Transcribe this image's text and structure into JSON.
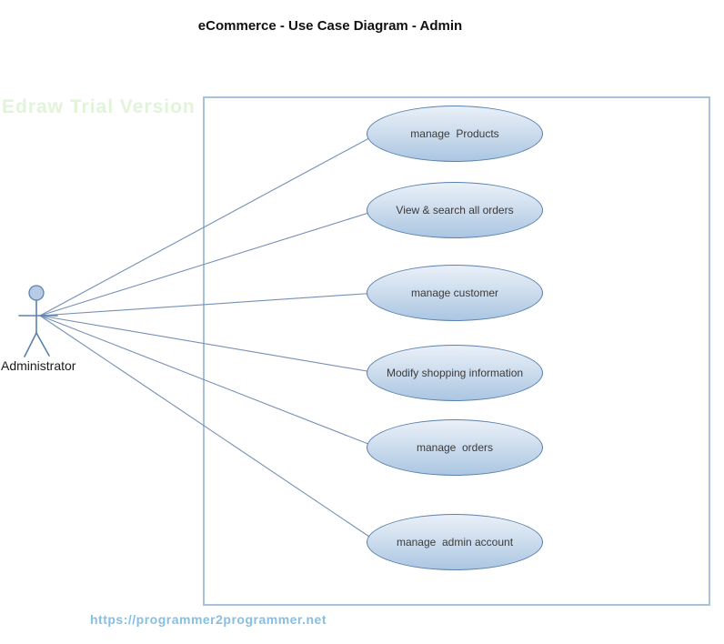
{
  "title": "eCommerce - Use Case Diagram - Admin",
  "watermark": "Edraw Trial Version",
  "actor": {
    "label": "Administrator"
  },
  "use_cases": [
    {
      "label": "manage  Products"
    },
    {
      "label": "View & search all orders"
    },
    {
      "label": "manage customer"
    },
    {
      "label": "Modify shopping information"
    },
    {
      "label": "manage  orders"
    },
    {
      "label": "manage  admin account"
    }
  ],
  "footer": {
    "url": "https://programmer2programmer.net"
  },
  "colors": {
    "title-color": "#111111",
    "watermark-color": "#e0f5d8",
    "boundary-border": "#a9c2dc",
    "ellipse-border": "#5b82ae",
    "ellipse-fill-top": "#e9f0f8",
    "ellipse-fill-mid": "#cfdeee",
    "ellipse-fill-bottom": "#abc6e2",
    "connector-color": "#7590b5",
    "actor-fill": "#b7cce4",
    "actor-stroke": "#5b82ae",
    "usecase-text": "#3a3a3a",
    "url-color": "#85bfe3"
  }
}
